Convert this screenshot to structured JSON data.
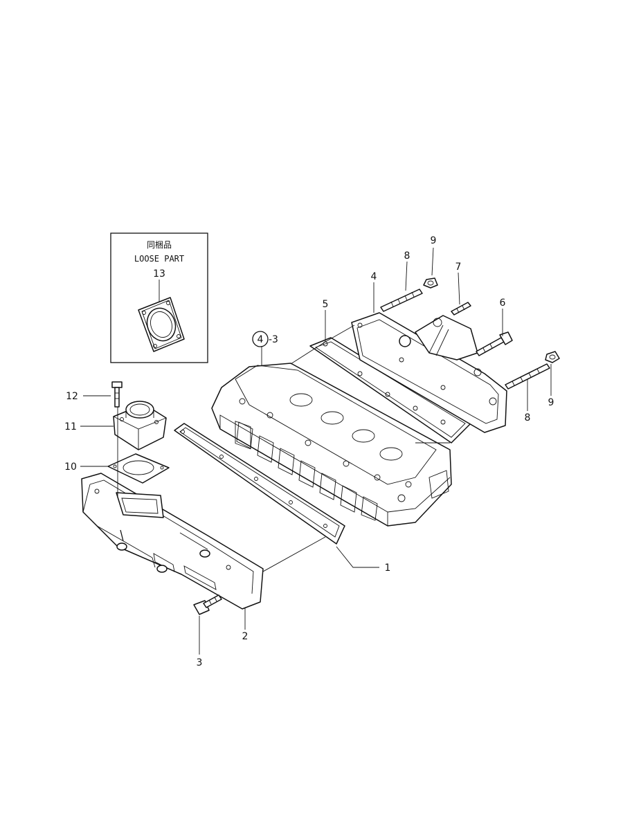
{
  "loose_part": {
    "label_jp": "同梱品",
    "label_en": "LOOSE PART",
    "number": "13"
  },
  "callouts": {
    "c1": "1",
    "c2": "2",
    "c3": "3",
    "c4": "4",
    "c4_ref": "4",
    "c4_suffix": "-3",
    "c5": "5",
    "c6": "6",
    "c7": "7",
    "c8_top": "8",
    "c8_right": "8",
    "c9_top": "9",
    "c9_right": "9",
    "c10": "10",
    "c11": "11",
    "c12": "12"
  }
}
